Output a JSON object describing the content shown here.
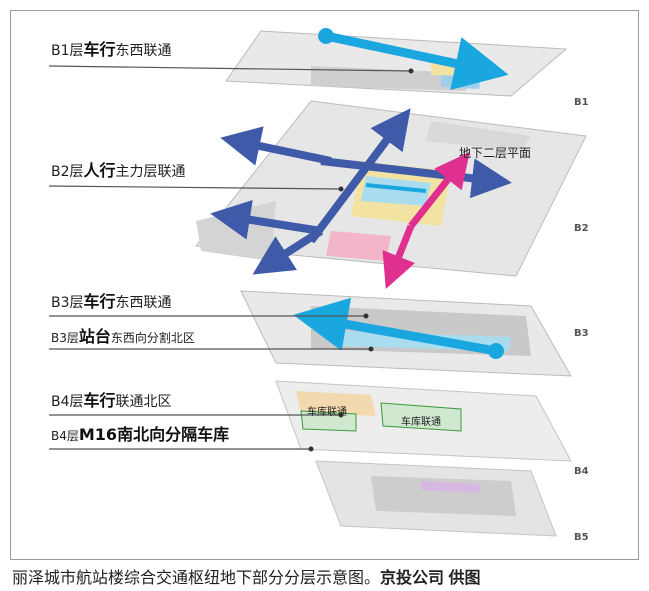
{
  "labels": {
    "b1": {
      "prefix": "B1层",
      "bold": "车行",
      "suffix": "东西联通"
    },
    "b2": {
      "prefix": "B2层",
      "bold": "人行",
      "suffix": "主力层联通"
    },
    "b3a": {
      "prefix": "B3层",
      "bold": "车行",
      "suffix": "东西联通"
    },
    "b3b": {
      "prefix": "B3层",
      "bold": "站台",
      "suffix": "东西向分割北区"
    },
    "b4a": {
      "prefix": "B4层",
      "bold": "车行",
      "suffix": "联通北区"
    },
    "b4b": {
      "prefix": "B4层",
      "bold": "M16南北向分隔车库",
      "suffix": ""
    }
  },
  "levels": [
    "B1",
    "B2",
    "B3",
    "B4",
    "B5"
  ],
  "callout": "地下二层平面",
  "tags": {
    "garage1": "车库联通",
    "garage2": "车库联通"
  },
  "caption": {
    "text": "丽泽城市航站楼综合交通枢纽地下部分分层示意图。",
    "bold": "京投公司 供图"
  },
  "colors": {
    "cyan": "#1aa7e0",
    "blue": "#3e5aa8",
    "magenta": "#e0308f",
    "green": "#3a9a3a"
  }
}
